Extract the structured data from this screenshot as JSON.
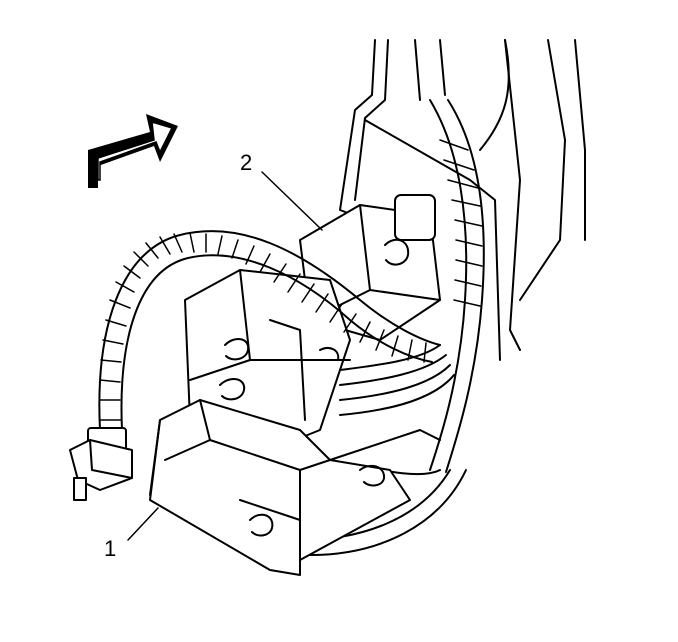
{
  "callouts": [
    {
      "id": "1",
      "text": "1"
    },
    {
      "id": "2",
      "text": "2"
    }
  ],
  "colors": {
    "line": "#000000",
    "fill": "#ffffff"
  },
  "icons": [
    "direction-arrow-icon"
  ]
}
